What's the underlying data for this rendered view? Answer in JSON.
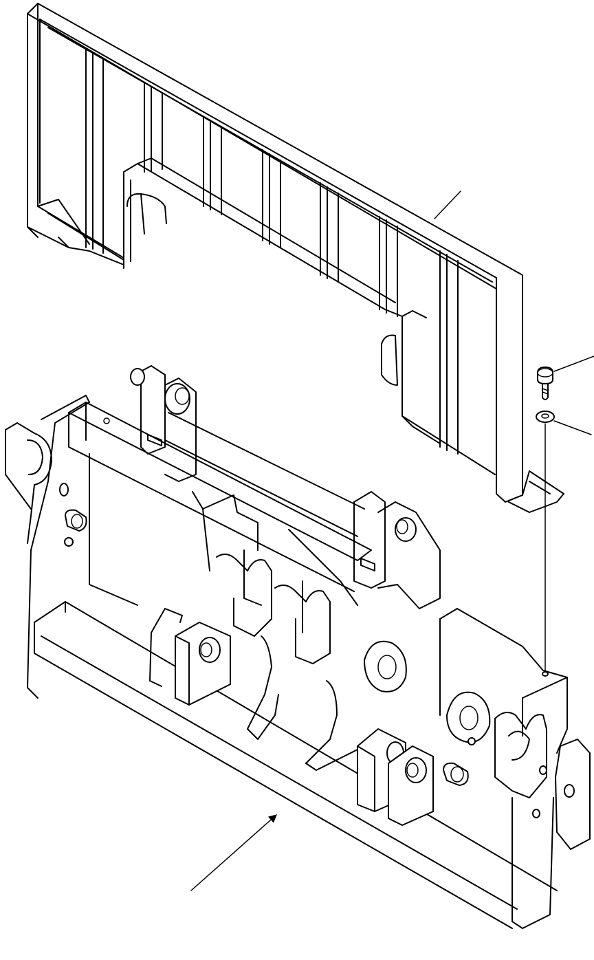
{
  "figure": {
    "kind": "exploded-parts-illustration",
    "line_color": "#000000",
    "background": "#ffffff"
  },
  "parts": [
    {
      "id": "guard-frame",
      "icon": "fork-guard-frame"
    },
    {
      "id": "bolt",
      "icon": "hex-bolt"
    },
    {
      "id": "washer",
      "icon": "flat-washer"
    },
    {
      "id": "coupler-carriage",
      "icon": "quick-coupler-carriage"
    }
  ],
  "leaders": [
    {
      "target": "guard-frame"
    },
    {
      "target": "bolt"
    },
    {
      "target": "washer"
    },
    {
      "target": "coupler-carriage",
      "style": "arrow"
    }
  ]
}
